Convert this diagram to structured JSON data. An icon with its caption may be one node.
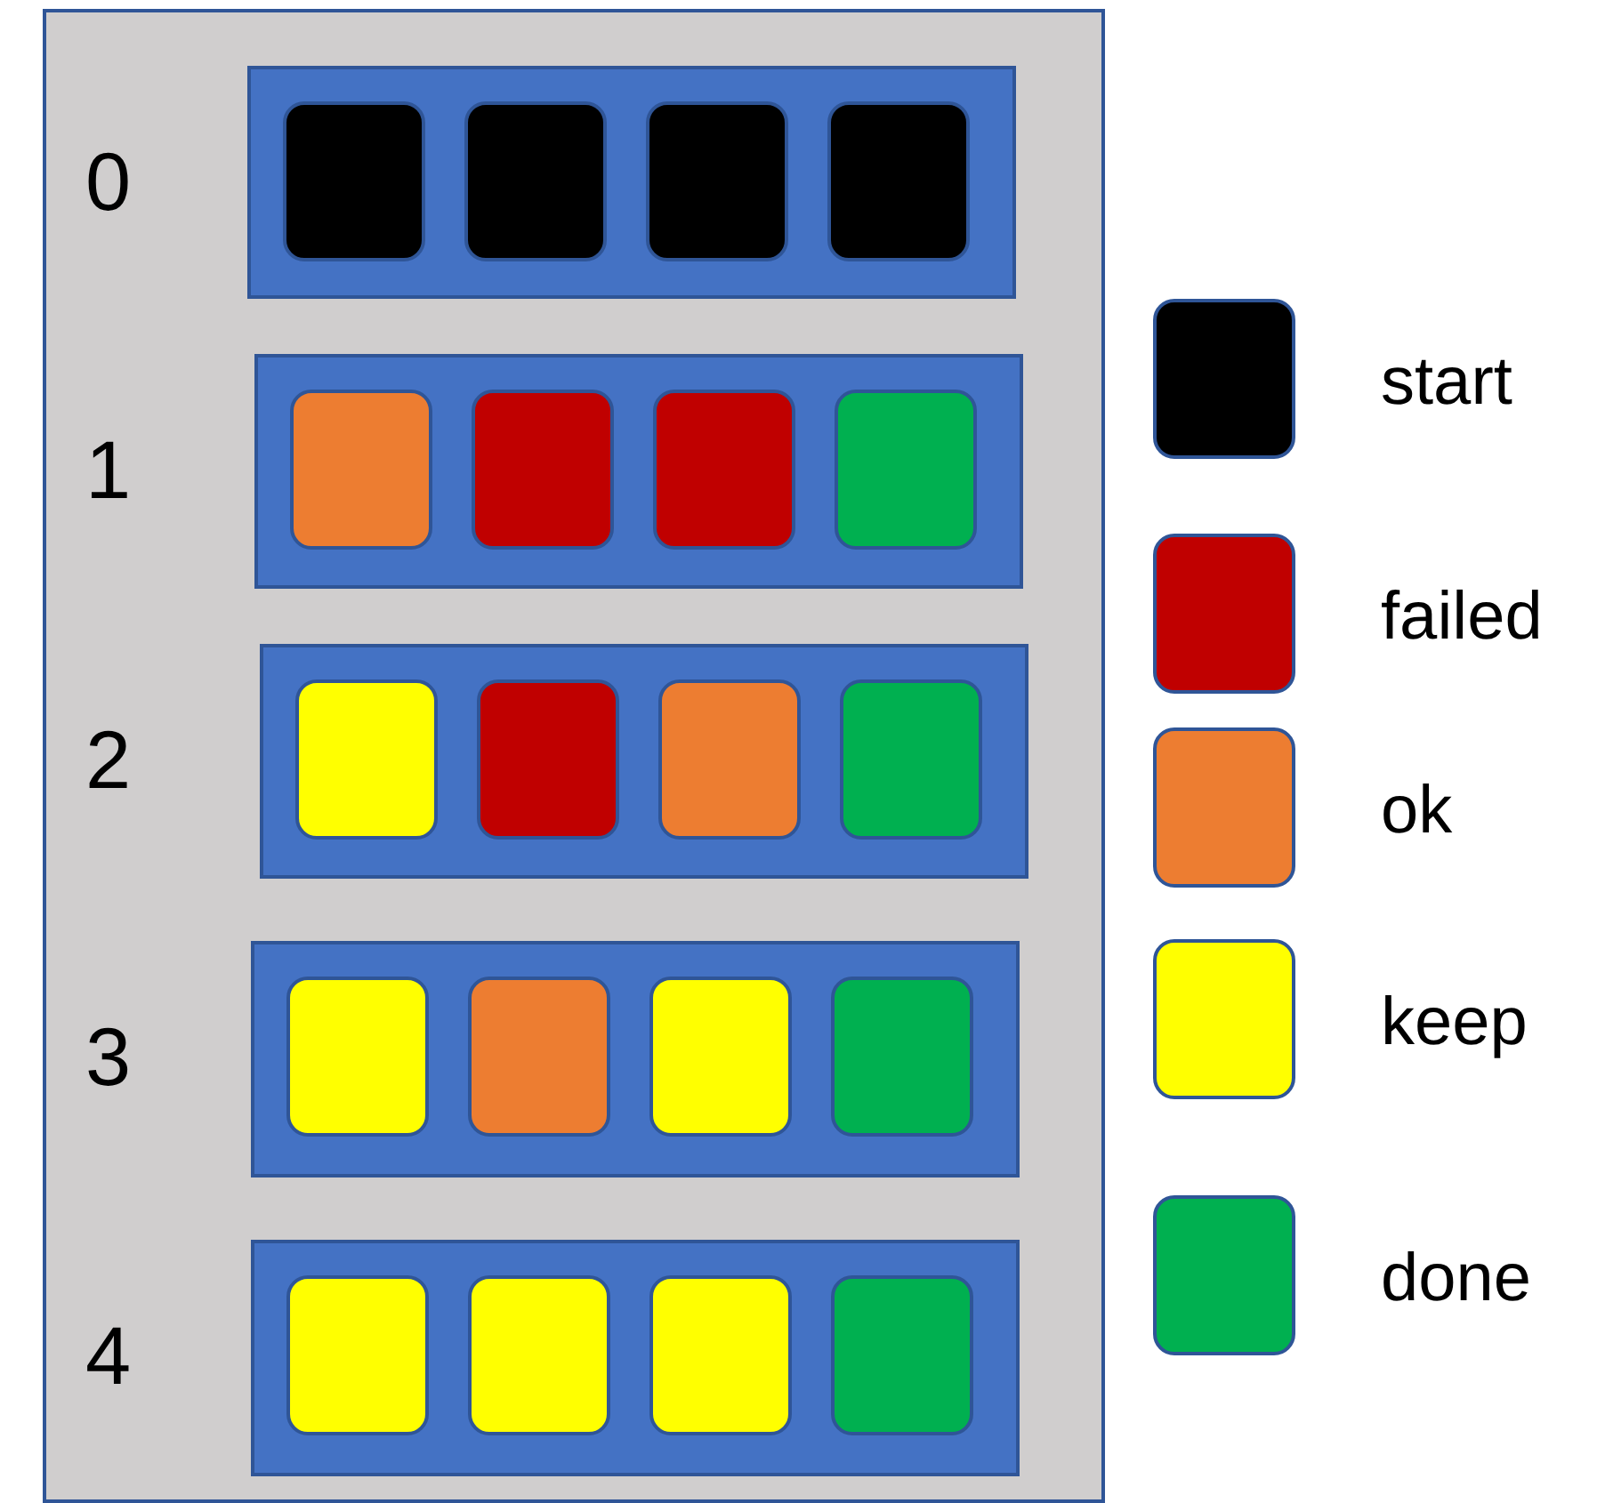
{
  "diagram": {
    "nodes": [
      {
        "text": [],
        "shape": "box"
      },
      {
        "text": [
          "0"
        ],
        "in": 0
      },
      {
        "text": [],
        "shape": "box",
        "in": 1
      },
      {
        "text": [],
        "shape": "box",
        "in": 1
      },
      {
        "text": [],
        "shape": "box",
        "in": 1
      },
      {
        "text": [],
        "shape": "box",
        "in": 1
      },
      {
        "text": [
          "1"
        ],
        "in": 0
      },
      {
        "text": [],
        "shape": "box",
        "in": 6
      },
      {
        "text": [],
        "shape": "box",
        "in": 6
      },
      {
        "text": [],
        "shape": "box",
        "in": 6
      },
      {
        "text": [],
        "shape": "box",
        "in": 6
      },
      {
        "text": [
          "2"
        ],
        "in": 0
      },
      {
        "text": [],
        "shape": "box",
        "in": 11
      },
      {
        "text": [],
        "shape": "box",
        "in": 11
      },
      {
        "text": [],
        "shape": "box",
        "in": 11
      },
      {
        "text": [],
        "shape": "box",
        "in": 11
      },
      {
        "text": [
          "3"
        ],
        "in": 0
      },
      {
        "text": [],
        "shape": "box",
        "in": 16
      },
      {
        "text": [],
        "shape": "box",
        "in": 16
      },
      {
        "text": [],
        "shape": "box",
        "in": 16
      },
      {
        "text": [],
        "shape": "box",
        "in": 16
      },
      {
        "text": [
          "4"
        ],
        "in": 0
      },
      {
        "text": [],
        "shape": "box",
        "in": 21
      },
      {
        "text": [],
        "shape": "box",
        "in": 21
      },
      {
        "text": [],
        "shape": "box",
        "in": 21
      },
      {
        "text": [],
        "shape": "box",
        "in": 21
      }
    ],
    "legend": [
      {
        "text": "start",
        "color": "#000000"
      },
      {
        "text": "failed",
        "color": "#c00000"
      },
      {
        "text": "ok",
        "color": "#ed7d31"
      },
      {
        "text": "keep",
        "color": "#ffff00"
      },
      {
        "text": "done",
        "color": "#00b050"
      }
    ]
  }
}
